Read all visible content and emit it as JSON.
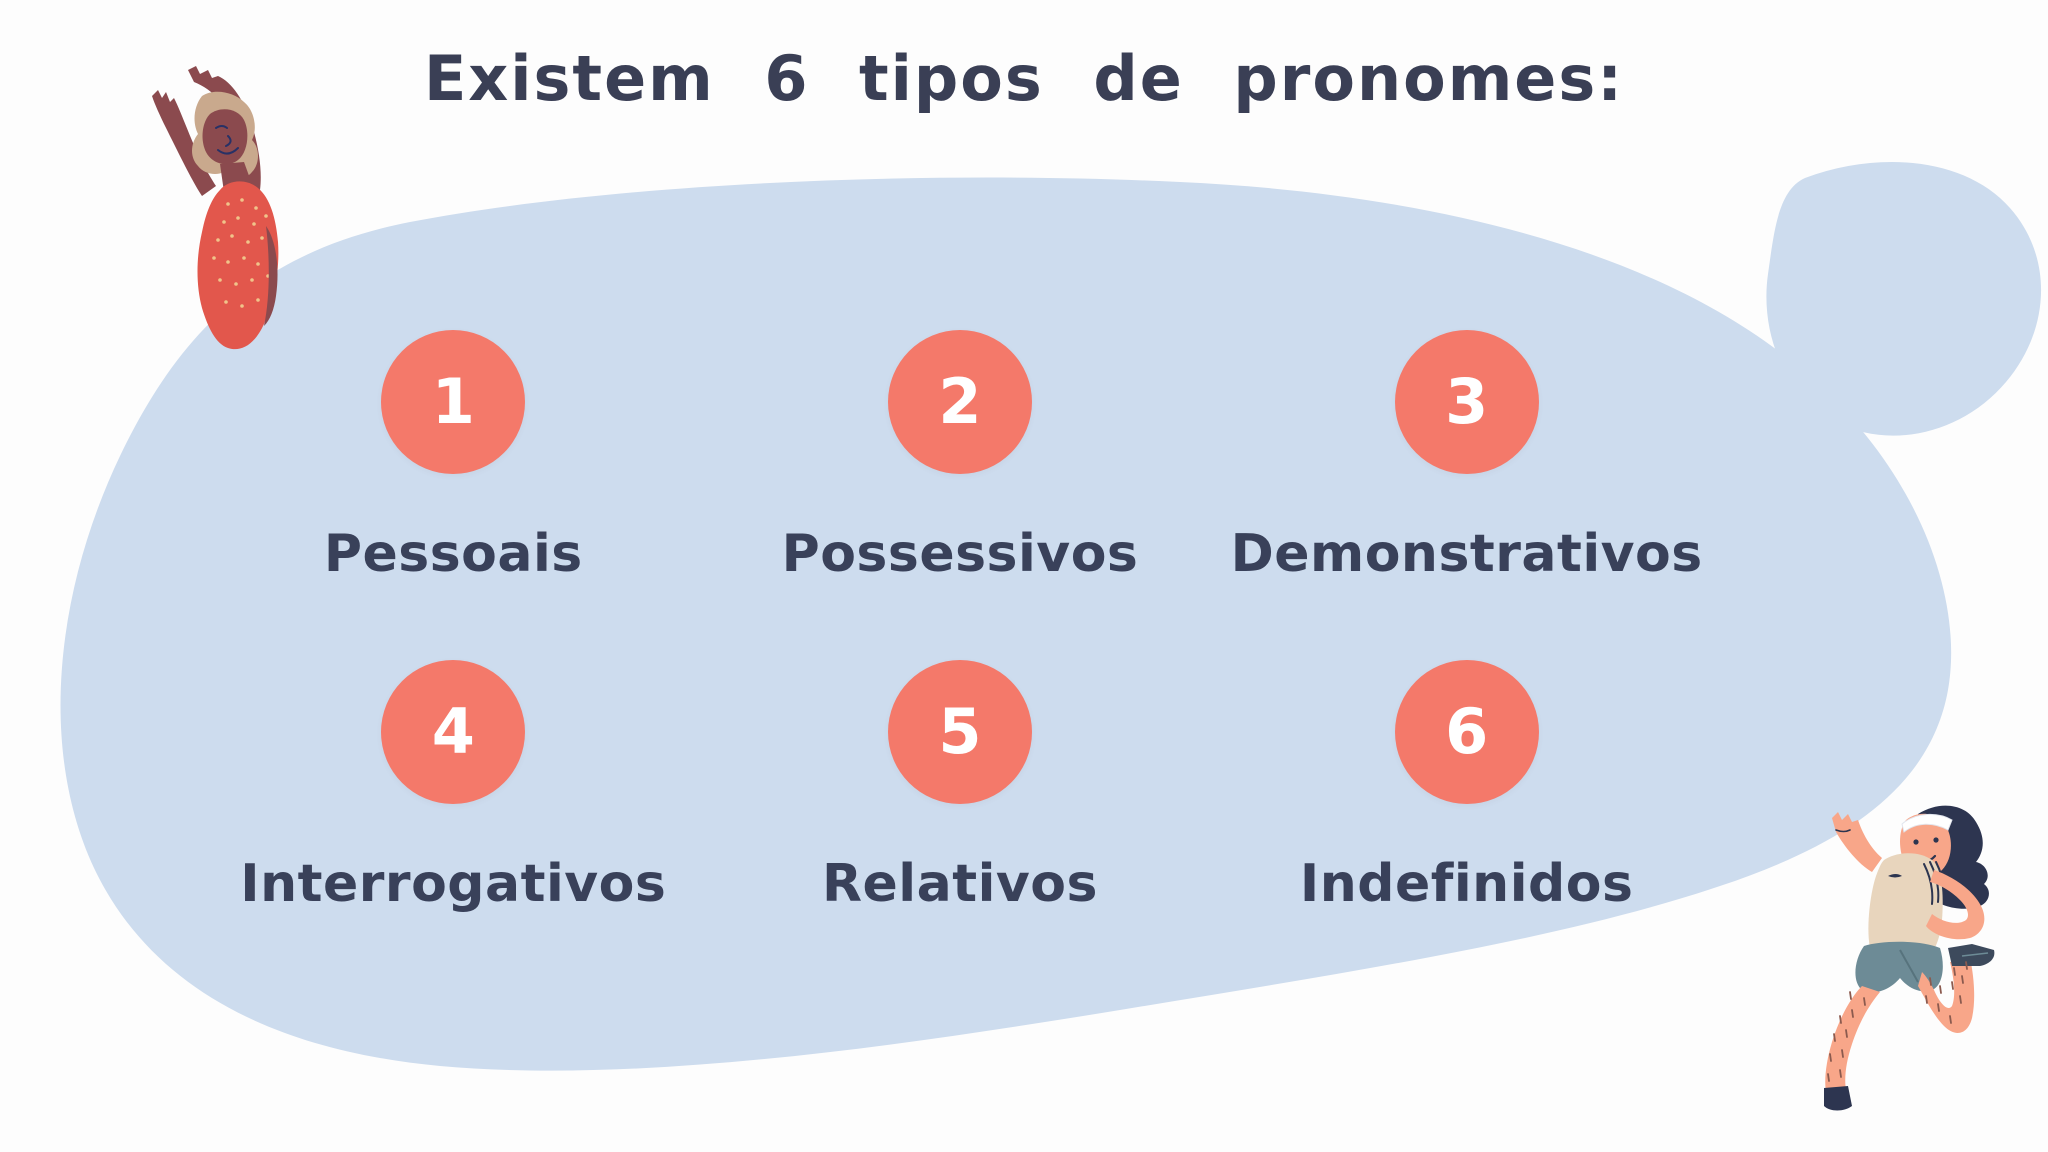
{
  "page": {
    "title": "Existem  6  tipos  de  pronomes:",
    "language": "pt-BR",
    "background_color": "#fdfdfd"
  },
  "colors": {
    "blob_blue": "#cddcee",
    "badge_coral": "#f4796a",
    "text_dark": "#39415a",
    "badge_text": "#ffffff"
  },
  "items": [
    {
      "number": "1",
      "label": "Pessoais"
    },
    {
      "number": "2",
      "label": "Possessivos"
    },
    {
      "number": "3",
      "label": "Demonstrativos"
    },
    {
      "number": "4",
      "label": "Interrogativos"
    },
    {
      "number": "5",
      "label": "Relativos"
    },
    {
      "number": "6",
      "label": "Indefinidos"
    }
  ],
  "decorations": {
    "main_blob": "organic-blue-blob",
    "corner_blob": "top-right-blue-blob",
    "left_illustration": "dancing-woman-red-dress-illustration",
    "right_illustration": "running-woman-illustration"
  }
}
